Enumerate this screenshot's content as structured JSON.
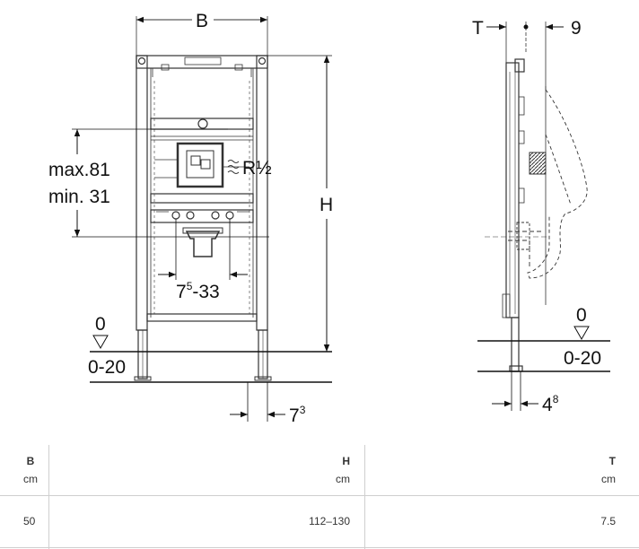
{
  "labels": {
    "B": "B",
    "H": "H",
    "T": "T",
    "nine": "9",
    "max": "max.81",
    "min": "min. 31",
    "thread": "R½",
    "range_main": "7",
    "range_sup": "5",
    "range_tail": "-33",
    "zero_left": "0",
    "floor_left": "0-20",
    "zero_right": "0",
    "floor_right": "0-20",
    "seven_main": "7",
    "seven_sup": "3",
    "four_main": "4",
    "four_sup": "8"
  },
  "table": {
    "headers": [
      {
        "name": "B",
        "unit": "cm"
      },
      {
        "name": "H",
        "unit": "cm"
      },
      {
        "name": "T",
        "unit": "cm"
      }
    ],
    "row": [
      "50",
      "112–130",
      "7.5"
    ]
  },
  "colors": {
    "line": "#222222",
    "frame": "#333333",
    "grid": "#cfcfcf",
    "pipe": "#666666"
  }
}
